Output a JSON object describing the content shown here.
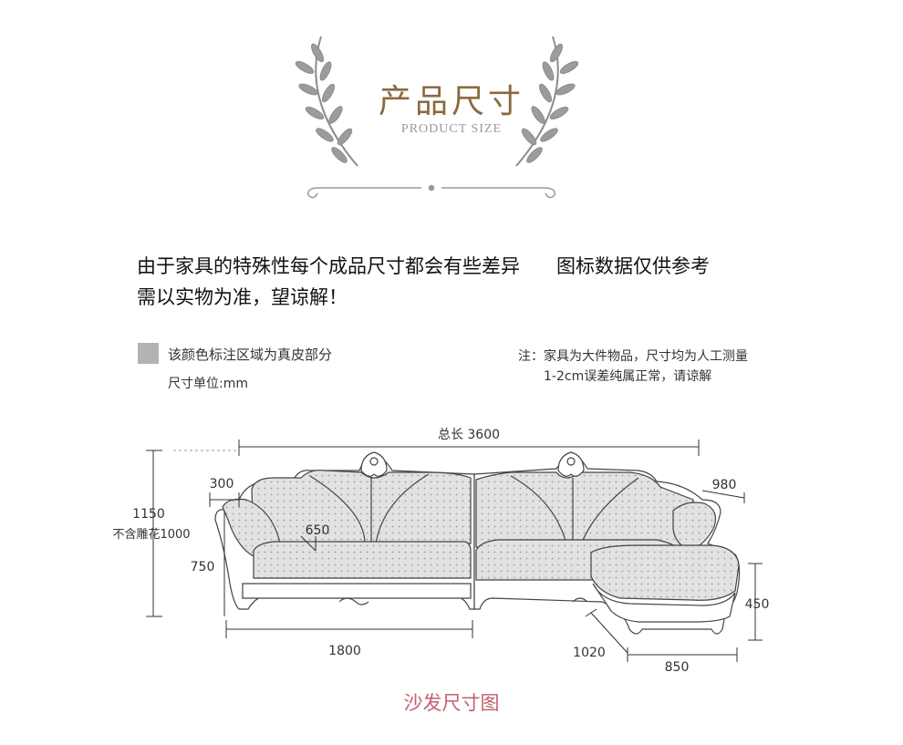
{
  "header": {
    "title": "产品尺寸",
    "subtitle": "PRODUCT SIZE"
  },
  "notice": {
    "line1": "由于家具的特殊性每个成品尺寸都会有些差异      图标数据仅供参考",
    "line2": "需以实物为准，望谅解！"
  },
  "legend": {
    "swatch_color": "#b3b3b3",
    "label": "该颜色标注区域为真皮部分",
    "unit": "尺寸单位:mm"
  },
  "note": {
    "line1": "注：家具为大件物品，尺寸均为人工测量",
    "line2": "1-2cm误差纯属正常，请谅解"
  },
  "dimensions": {
    "total_length": "总长 3600",
    "arm_width": "300",
    "chaise_depth": "980",
    "total_height": "1150",
    "height_excluding_carving": "不含雕花1000",
    "seat_depth": "650",
    "back_height": "750",
    "left_length": "1800",
    "chaise_height": "450",
    "chaise_length": "1020",
    "chaise_width": "850"
  },
  "caption": "沙发尺寸图"
}
